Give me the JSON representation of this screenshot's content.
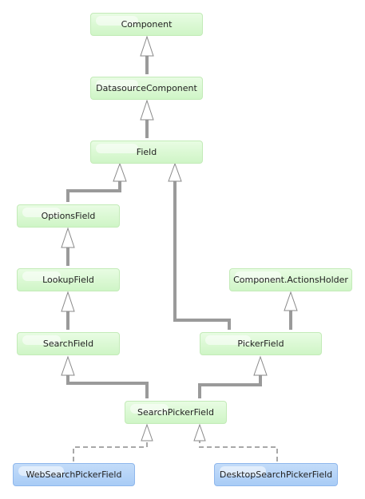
{
  "nodes": {
    "component": "Component",
    "datasource_component": "DatasourceComponent",
    "field": "Field",
    "options_field": "OptionsField",
    "lookup_field": "LookupField",
    "search_field": "SearchField",
    "actions_holder": "Component.ActionsHolder",
    "picker_field": "PickerField",
    "search_picker_field": "SearchPickerField",
    "web_search_picker_field": "WebSearchPickerField",
    "desktop_search_picker_field": "DesktopSearchPickerField"
  },
  "colors": {
    "class_node": "#d6f7cd",
    "impl_node": "#b1d1f7",
    "inheritance_line": "#9a9a9a",
    "realization_line": "#a8a8a8"
  }
}
